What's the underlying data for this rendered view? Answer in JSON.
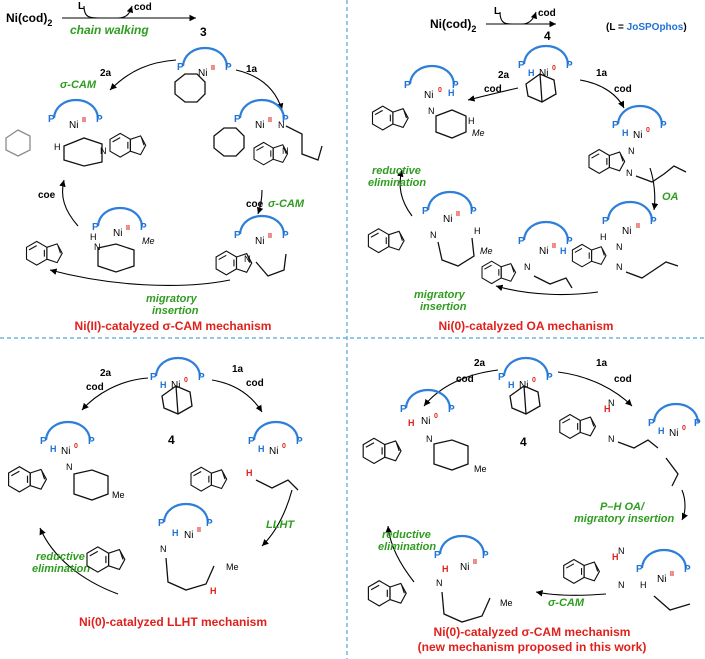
{
  "q1": {
    "ni_reagent": "Ni(cod)",
    "ni_reagent_sub": "2",
    "arrow_L": "L",
    "arrow_cod": "cod",
    "chain_walking": "chain walking",
    "cmpd_3": "3",
    "label_2a": "2a",
    "label_1a": "1a",
    "label_coe_right": "coe",
    "label_coe_left": "coe",
    "step_scam_top": "σ-CAM",
    "step_scam_right": "σ-CAM",
    "migratory": "migratory",
    "insertion": "insertion",
    "caption": "Ni(II)-catalyzed σ-CAM mechanism",
    "me": "Me"
  },
  "q2": {
    "ni_reagent": "Ni(cod)",
    "ni_reagent_sub": "2",
    "arrow_L": "L",
    "arrow_cod": "cod",
    "ligand_note": "(L = JoSPOphos)",
    "cmpd_4": "4",
    "label_2a": "2a",
    "label_1a": "1a",
    "cod_left": "cod",
    "cod_right": "cod",
    "reductive": "reductive",
    "elimination": "elimination",
    "oa": "OA",
    "migratory": "migratory",
    "insertion": "insertion",
    "caption": "Ni(0)-catalyzed OA mechanism",
    "me": "Me"
  },
  "q3": {
    "label_2a": "2a",
    "label_1a": "1a",
    "cod_left": "cod",
    "cod_right": "cod",
    "cmpd_4": "4",
    "reductive": "reductive",
    "elimination": "elimination",
    "llht": "LLHT",
    "caption": "Ni(0)-catalyzed LLHT mechanism",
    "me": "Me"
  },
  "q4": {
    "label_2a": "2a",
    "label_1a": "1a",
    "cod_left": "cod",
    "cod_right": "cod",
    "cmpd_4": "4",
    "reductive": "reductive",
    "elimination": "elimination",
    "ph_oa": "P–H OA/",
    "mig_ins": "migratory insertion",
    "scam": "σ-CAM",
    "caption": "Ni(0)-catalyzed σ-CAM mechanism",
    "caption2": "(new mechanism proposed in this work)",
    "me": "Me"
  },
  "atoms": {
    "P": "P",
    "H": "H",
    "N": "N",
    "Ni": "Ni",
    "ox2": "II",
    "ox0": "0"
  },
  "colors": {
    "ligand_arc": "#2e7fd9",
    "red": "#e0201b",
    "green": "#2e9d20",
    "blue": "#1f73d6",
    "divider": "#55a8d8"
  }
}
